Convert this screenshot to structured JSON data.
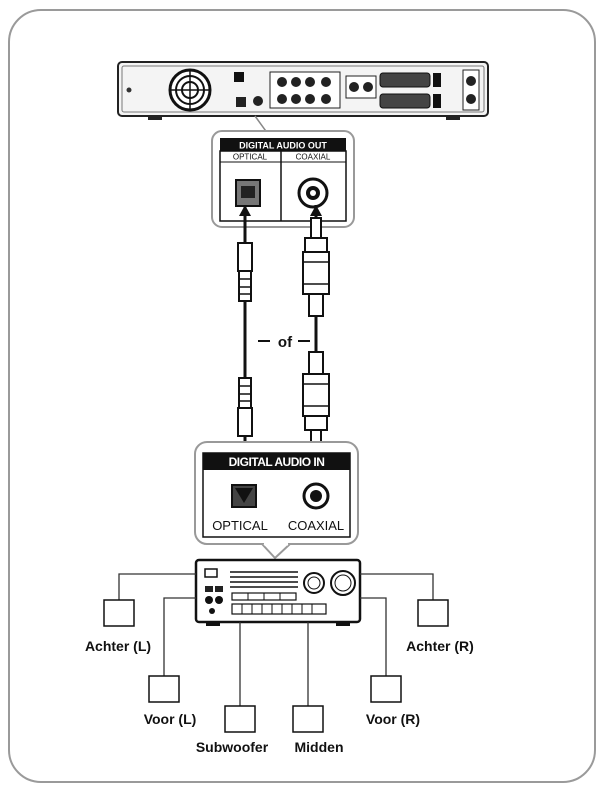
{
  "player_panel": {
    "header": "DIGITAL AUDIO OUT",
    "optical_label": "OPTICAL",
    "coaxial_label": "COAXIAL"
  },
  "connector_text": "of",
  "receiver_panel": {
    "header": "DIGITAL AUDIO IN",
    "optical_label": "OPTICAL",
    "coaxial_label": "COAXIAL"
  },
  "speakers": {
    "rear_left": "Achter (L)",
    "rear_right": "Achter (R)",
    "front_left": "Voor (L)",
    "front_right": "Voor (R)",
    "subwoofer": "Subwoofer",
    "center": "Midden"
  }
}
